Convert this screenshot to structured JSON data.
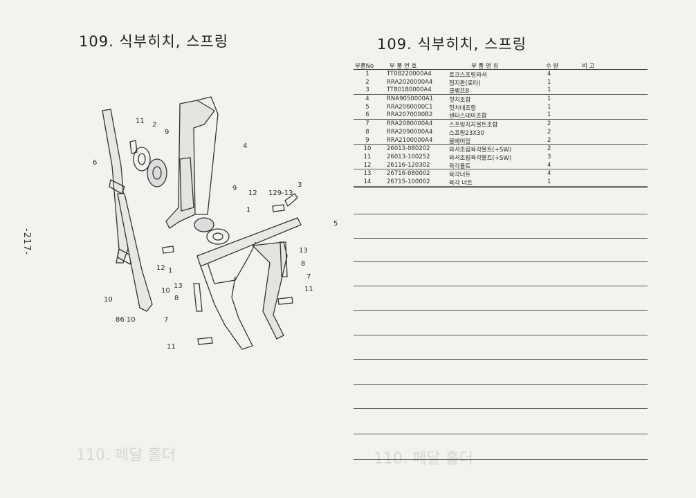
{
  "page": {
    "title_left": "109. 식부히치, 스프링",
    "title_right": "109. 식부히치, 스프링",
    "page_number": "-217-"
  },
  "table": {
    "headers": {
      "no": "부품No",
      "code": "부 품 번 호",
      "name": "부 품 명 칭",
      "qty": "수 량",
      "note": "비 고"
    },
    "rows": [
      {
        "no": "1",
        "code": "TT08220000A4",
        "name": "로크스프링와셔",
        "qty": "4"
      },
      {
        "no": "2",
        "code": "RRA2020000A4",
        "name": "정지판(로타)",
        "qty": "1"
      },
      {
        "no": "3",
        "code": "TT80180000A4",
        "name": "클램프B",
        "qty": "1"
      },
      {
        "no": "4",
        "code": "RNA9050000A1",
        "name": "힛치조합",
        "qty": "1"
      },
      {
        "no": "5",
        "code": "RRA2060000C1",
        "name": "힛치대조합",
        "qty": "1"
      },
      {
        "no": "6",
        "code": "RRA2070000B2",
        "name": "센터스테이조합",
        "qty": "1"
      },
      {
        "no": "7",
        "code": "RRA2080000A4",
        "name": "스프링지지볼트조합",
        "qty": "2"
      },
      {
        "no": "8",
        "code": "RRA2090000A4",
        "name": "스프링23X30",
        "qty": "2"
      },
      {
        "no": "9",
        "code": "RRA2100000A4",
        "name": "볼베어링",
        "qty": "2"
      },
      {
        "no": "10",
        "code": "26013-080202",
        "name": "와셔조립육각볼트(+SW)",
        "qty": "2"
      },
      {
        "no": "11",
        "code": "26013-100252",
        "name": "와셔조립육각볼트(+SW)",
        "qty": "3"
      },
      {
        "no": "12",
        "code": "26116-120302",
        "name": "육각볼트",
        "qty": "4"
      },
      {
        "no": "13",
        "code": "26716-080002",
        "name": "육각너트",
        "qty": "4"
      },
      {
        "no": "14",
        "code": "26715-100002",
        "name": "육각 너트",
        "qty": "1"
      }
    ]
  },
  "diagram": {
    "callouts": [
      "11",
      "2",
      "9",
      "6",
      "4",
      "9",
      "12",
      "129-13",
      "3",
      "1",
      "5",
      "12",
      "1",
      "13",
      "8",
      "10",
      "13",
      "10",
      "8",
      "7",
      "86 10",
      "7",
      "11",
      "11"
    ]
  },
  "ghost_text": {
    "bottom_left": "110. 페달 홀더",
    "bottom_right": "110. 페달 홀더"
  }
}
